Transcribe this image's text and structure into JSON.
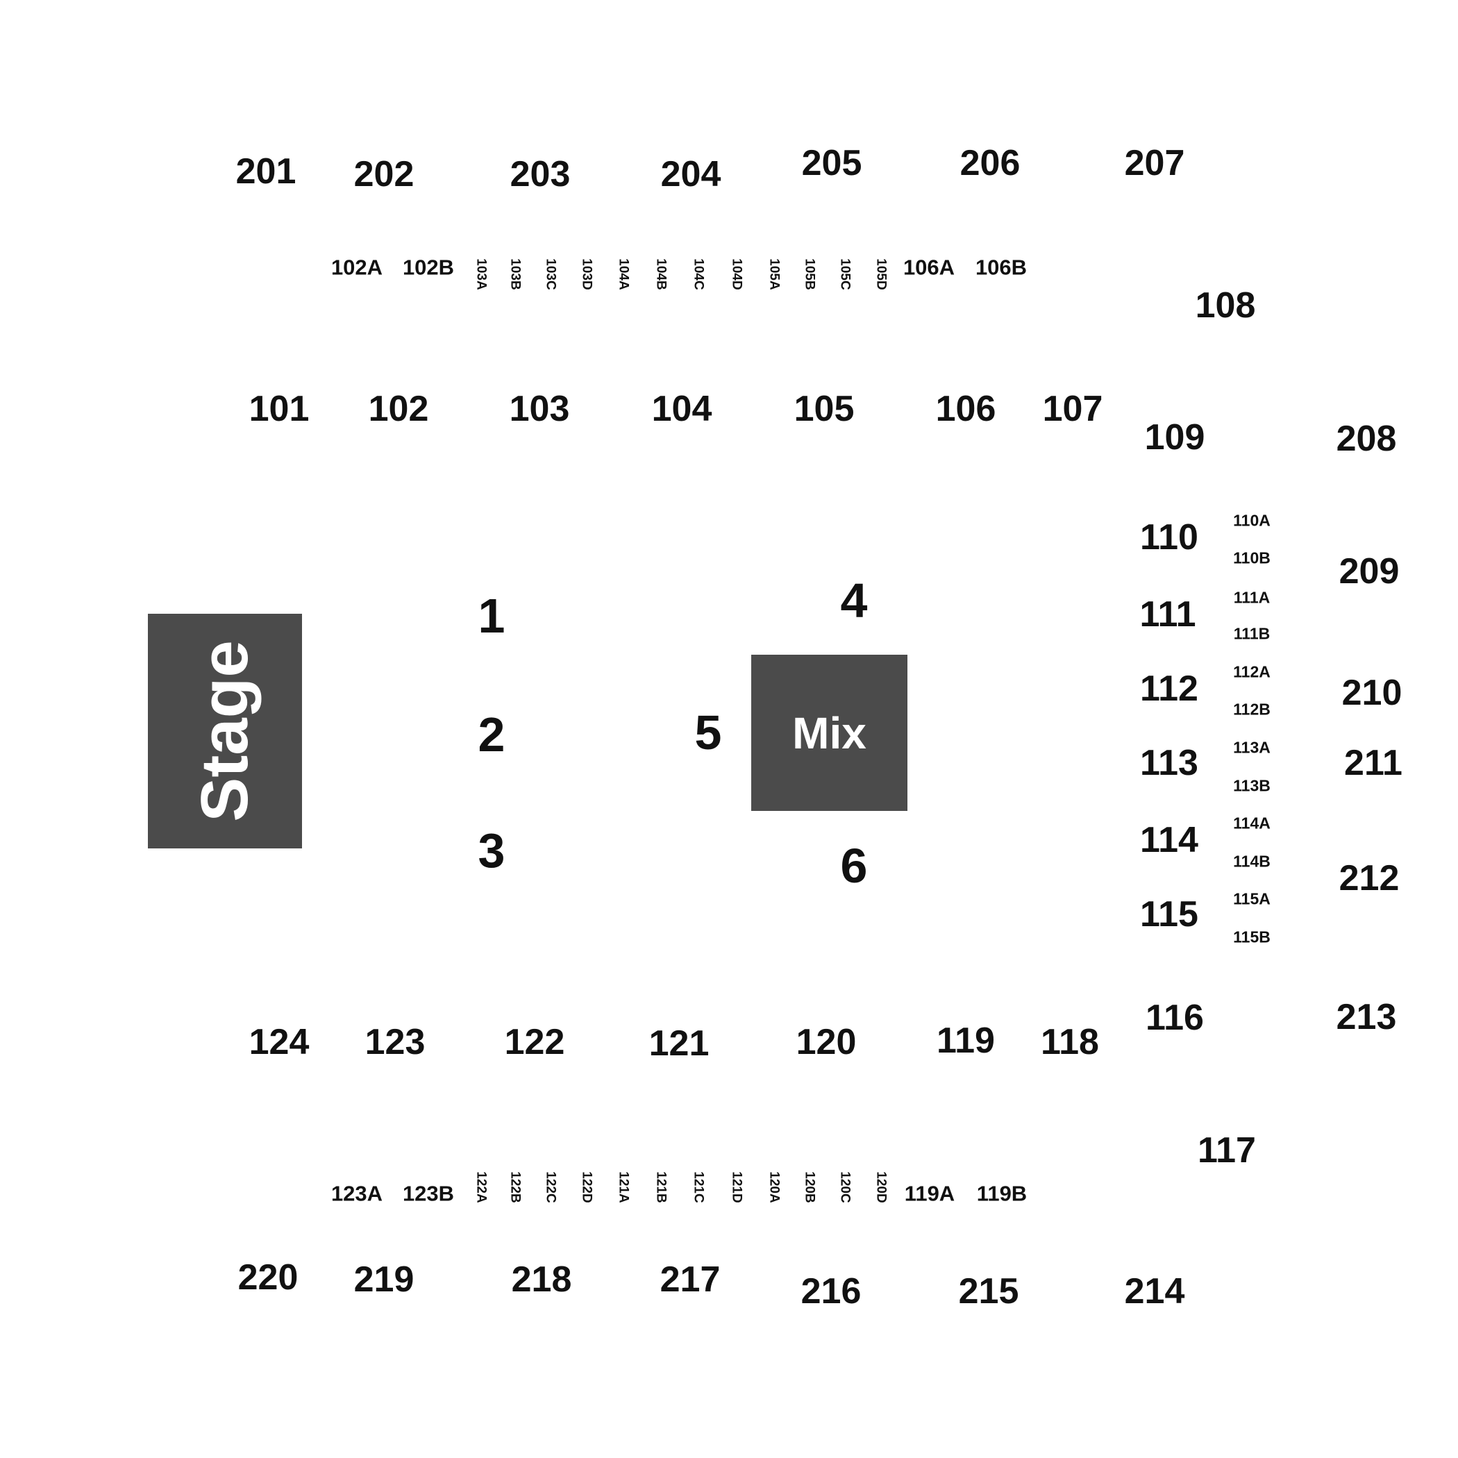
{
  "stage_label": "Stage",
  "mix_label": "Mix",
  "floor_sections": [
    "1",
    "2",
    "3",
    "4",
    "5",
    "6"
  ],
  "upper_top": [
    "201",
    "202",
    "203",
    "204",
    "205",
    "206",
    "207"
  ],
  "upper_right": [
    "208",
    "209",
    "210",
    "211",
    "212",
    "213"
  ],
  "upper_bottom": [
    "214",
    "215",
    "216",
    "217",
    "218",
    "219",
    "220"
  ],
  "lower_top": [
    "101",
    "102",
    "103",
    "104",
    "105",
    "106",
    "107",
    "108",
    "109"
  ],
  "lower_right": [
    "110",
    "111",
    "112",
    "113",
    "114",
    "115",
    "116",
    "117"
  ],
  "lower_bottom": [
    "118",
    "119",
    "120",
    "121",
    "122",
    "123",
    "124"
  ],
  "top_subsections": [
    "102A",
    "102B",
    "106A",
    "106B"
  ],
  "top_mini_subsections": [
    "103A",
    "103B",
    "103C",
    "103D",
    "104A",
    "104B",
    "104C",
    "104D",
    "105A",
    "105B",
    "105C",
    "105D"
  ],
  "bottom_subsections": [
    "123A",
    "123B",
    "119A",
    "119B"
  ],
  "bottom_mini_subsections": [
    "122A",
    "122B",
    "122C",
    "122D",
    "121A",
    "121B",
    "121C",
    "121D",
    "120A",
    "120B",
    "120C",
    "120D"
  ],
  "right_subsections": [
    "110A",
    "110B",
    "111A",
    "111B",
    "112A",
    "112B",
    "113A",
    "113B",
    "114A",
    "114B",
    "115A",
    "115B"
  ]
}
